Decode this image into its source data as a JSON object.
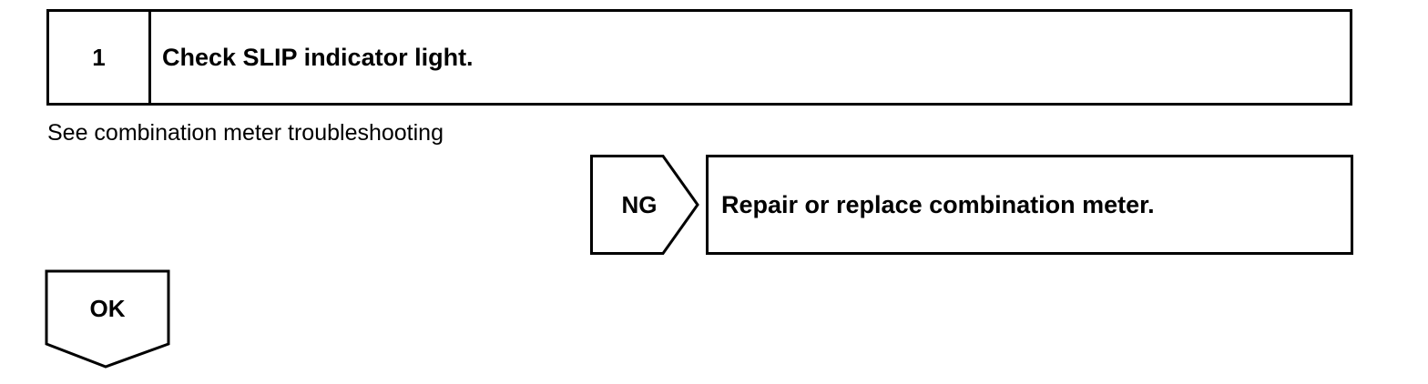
{
  "step": {
    "number": "1",
    "title": "Check SLIP indicator light."
  },
  "note": "See combination meter troubleshooting",
  "ng_branch": {
    "label": "NG",
    "action": "Repair or replace combination meter."
  },
  "ok_branch": {
    "label": "OK"
  },
  "colors": {
    "line": "#000000",
    "background": "#ffffff"
  }
}
